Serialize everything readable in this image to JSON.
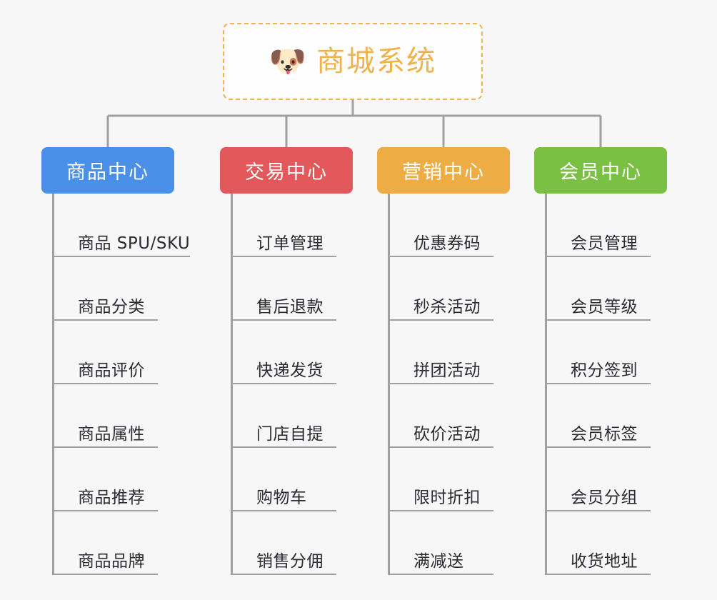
{
  "background_color": "#f7f7f7",
  "root": {
    "icon": "dog-face-icon",
    "icon_glyph": "🐶",
    "title": "商城系统",
    "title_color": "#f0b24a",
    "border_color": "#eeb44f"
  },
  "connector_color": "#a0a0a0",
  "branches": [
    {
      "label": "商品中心",
      "color": "#4a90e8",
      "items": [
        "商品 SPU/SKU",
        "商品分类",
        "商品评价",
        "商品属性",
        "商品推荐",
        "商品品牌"
      ]
    },
    {
      "label": "交易中心",
      "color": "#e2585b",
      "items": [
        "订单管理",
        "售后退款",
        "快递发货",
        "门店自提",
        "购物车",
        "销售分佣"
      ]
    },
    {
      "label": "营销中心",
      "color": "#eeac44",
      "items": [
        "优惠券码",
        "秒杀活动",
        "拼团活动",
        "砍价活动",
        "限时折扣",
        "满减送"
      ]
    },
    {
      "label": "会员中心",
      "color": "#7ac143",
      "items": [
        "会员管理",
        "会员等级",
        "积分签到",
        "会员标签",
        "会员分组",
        "收货地址"
      ]
    }
  ]
}
